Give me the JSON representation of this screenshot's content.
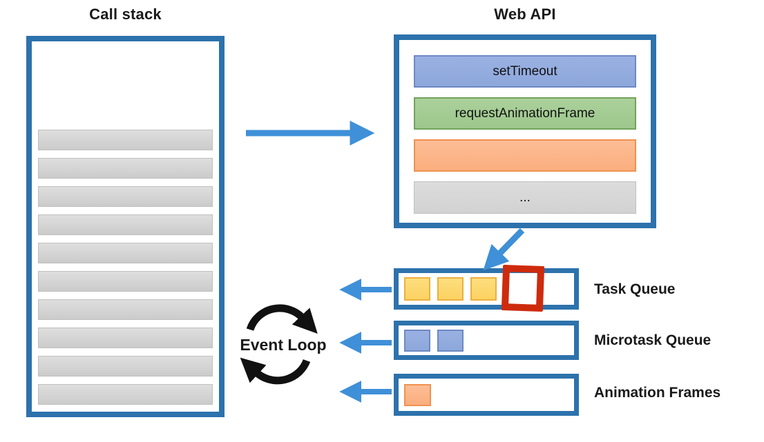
{
  "titles": {
    "call_stack": "Call stack",
    "web_api": "Web API"
  },
  "call_stack": {
    "frame_count": 10
  },
  "web_api_items": [
    {
      "label": "setTimeout",
      "style": "blue"
    },
    {
      "label": "requestAnimationFrame",
      "style": "green"
    },
    {
      "label": "",
      "style": "orange"
    },
    {
      "label": "...",
      "style": "gray"
    }
  ],
  "queues": [
    {
      "label": "Task Queue",
      "item_count": 3,
      "item_style": "yellow",
      "empty_slot_highlighted": true
    },
    {
      "label": "Microtask Queue",
      "item_count": 2,
      "item_style": "blue",
      "empty_slot_highlighted": false
    },
    {
      "label": "Animation Frames",
      "item_count": 1,
      "item_style": "orange",
      "empty_slot_highlighted": false
    }
  ],
  "event_loop": {
    "label": "Event Loop"
  },
  "colors": {
    "border-blue": "#2D72AC",
    "arrow-blue": "#3F90D8",
    "stack-bar": "#d4d4d4",
    "stack-bar-border": "#c0c0c0",
    "webapi-blue": "#8da7db",
    "webapi-blue-border": "#6d89c4",
    "webapi-green": "#9cc78c",
    "webapi-green-border": "#71a35b",
    "accent-orange": "#fbae7e",
    "accent-orange-border": "#f0914f",
    "accent-gray": "#d2d2d2",
    "accent-gray-border": "#bfbfbf",
    "task-yellow": "#fcd262",
    "task-yellow-border": "#ecaf3f",
    "highlight-red": "#ce2b0e",
    "event-loop-black": "#111111",
    "text-black": "#1a1a1a"
  }
}
